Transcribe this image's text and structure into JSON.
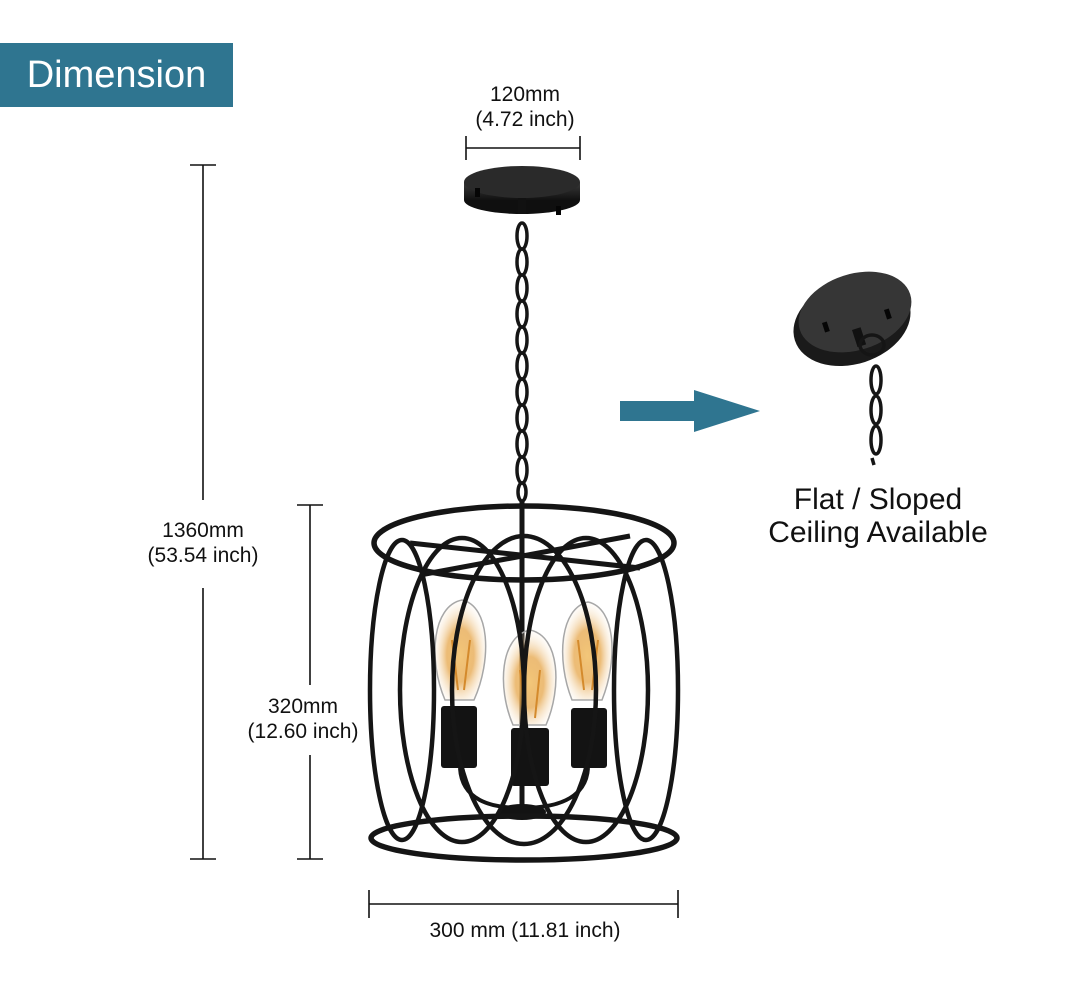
{
  "header": {
    "badge": "Dimension"
  },
  "dimensions": {
    "canopy": {
      "metric": "120mm",
      "imperial": "(4.72 inch)"
    },
    "overall_height": {
      "metric": "1360mm",
      "imperial": "(53.54 inch)"
    },
    "cage_height": {
      "metric": "320mm",
      "imperial": "(12.60 inch)"
    },
    "width": {
      "text": "300 mm (11.81 inch)"
    }
  },
  "feature": {
    "line1": "Flat / Sloped",
    "line2": "Ceiling Available"
  },
  "colors": {
    "accent": "#2f7590",
    "fixture": "#1b1b1b",
    "bulb_glow": "#e6a64a"
  }
}
